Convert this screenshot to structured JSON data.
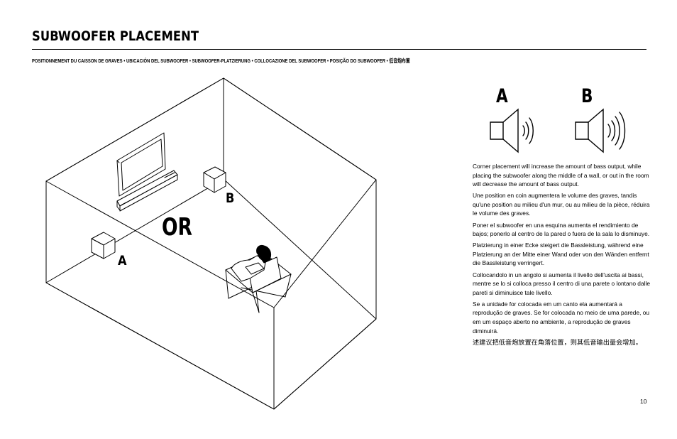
{
  "header": {
    "title": "SUBWOOFER PLACEMENT",
    "subtitle": "POSITIONNEMENT DU CAISSON DE GRAVES • UBICACIÓN DEL SUBWOOFER • SUBWOOFER-PLATZIERUNG • COLLOCAZIONE DEL SUBWOOFER • POSIÇÃO DO SUBWOOFER • 低音炮布置"
  },
  "illustration": {
    "label_a": "A",
    "label_b": "B",
    "or_text": "OR"
  },
  "speaker_compare": {
    "label_a": "A",
    "label_b": "B",
    "icon_a": "speaker-small-waves-icon",
    "icon_b": "speaker-large-waves-icon"
  },
  "paragraphs": {
    "en": "Corner placement will increase the amount of bass output, while placing the subwoofer along the middle of a wall, or out in the room will decrease the amount of bass output.",
    "fr": "Une position en coin augmentera le volume des graves, tandis qu'une position au milieu d'un mur, ou au milieu de la pièce, réduira le volume des graves.",
    "es": "Poner el subwoofer en una esquina aumenta el rendimiento de bajos; ponerlo al centro de la pared o fuera de la sala lo disminuye.",
    "de": "Platzierung in einer Ecke steigert die Bassleistung, während eine Platzierung an der Mitte einer Wand oder von den Wänden entfernt die Bassleistung verringert.",
    "it": "Collocandolo in un angolo si aumenta il livello dell'uscita ai bassi, mentre se lo si colloca presso il centro di una parete o lontano dalle pareti si diminuisce tale livello.",
    "pt": "Se a unidade for colocada em um canto ela aumentará a reprodução de graves. Se for colocada no meio de uma parede, ou em um espaço aberto no ambiente, a reprodução de graves diminuirá.",
    "zh": "述建议把低音炮放置在角落位置，则其低音输出量会增加。"
  },
  "footer": {
    "page_number": "10"
  },
  "colors": {
    "ink": "#000000",
    "paper": "#ffffff"
  }
}
